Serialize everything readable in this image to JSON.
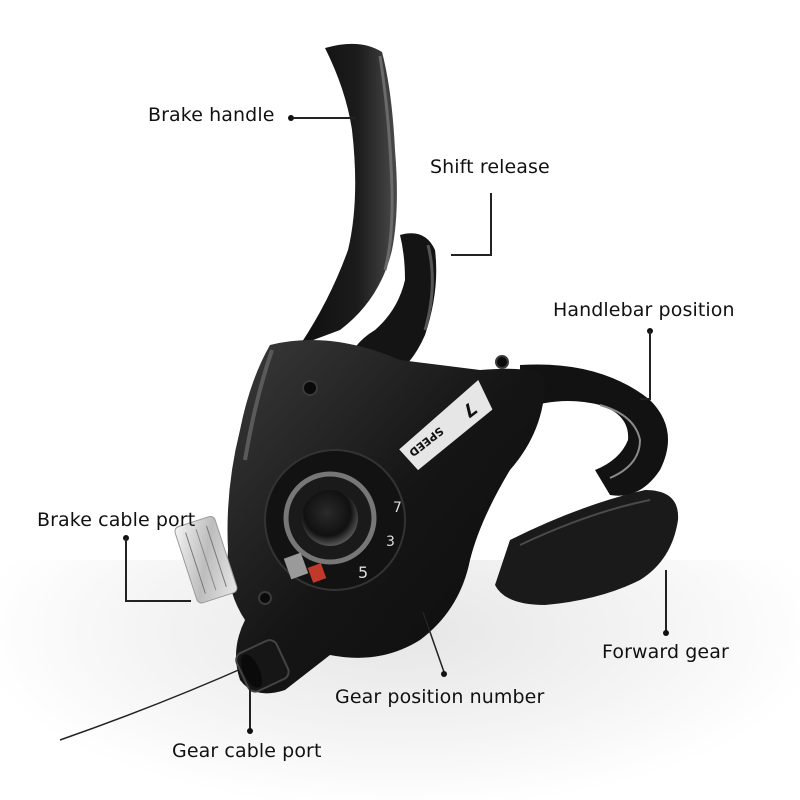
{
  "callouts": {
    "brake_handle": "Brake handle",
    "shift_release": "Shift release",
    "handlebar_position": "Handlebar position",
    "brake_cable_port": "Brake cable port",
    "forward_gear": "Forward gear",
    "gear_position_number": "Gear position number",
    "gear_cable_port": "Gear cable port"
  },
  "product": {
    "badge_number": "7",
    "badge_text": "SPEED",
    "dial_numbers": [
      "7",
      "3",
      "5"
    ],
    "colors": {
      "body": "#1a1a1a",
      "highlight": "#4a4a4a",
      "badge": "#e8e8e8",
      "indicator": "#c0392b"
    }
  }
}
